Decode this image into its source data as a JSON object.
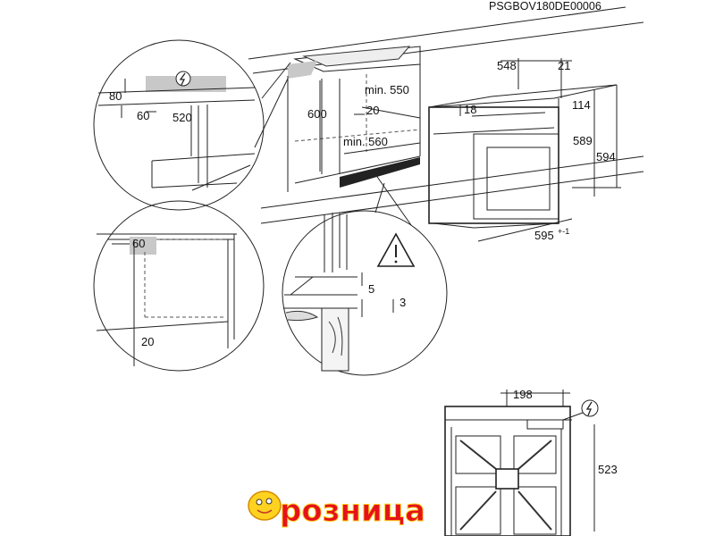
{
  "document_code": "PSGBOV180DE00006",
  "dimensions": {
    "d80": "80",
    "d60_top": "60",
    "d520": "520",
    "d600": "600",
    "d20_cab": "20",
    "min550": "min. 550",
    "min560": "min. 560",
    "d548": "548",
    "d21": "21",
    "d114": "114",
    "d18": "18",
    "d589": "589",
    "d594": "594",
    "d595": "595",
    "d595_tol": "+-1",
    "d60_side": "60",
    "d20_side": "20",
    "d5": "5",
    "d3": "3",
    "d198": "198",
    "d523": "523"
  },
  "icons": {
    "electric_top": "electric-hazard-icon",
    "warning": "warning-triangle-icon",
    "electric_bottom": "electric-hazard-icon"
  },
  "watermark": {
    "logo_text": "розница"
  },
  "colors": {
    "line": "#222222",
    "shade": "#c8c8c8",
    "logo_red": "#e5121b",
    "logo_yellow": "#ffd21f"
  }
}
